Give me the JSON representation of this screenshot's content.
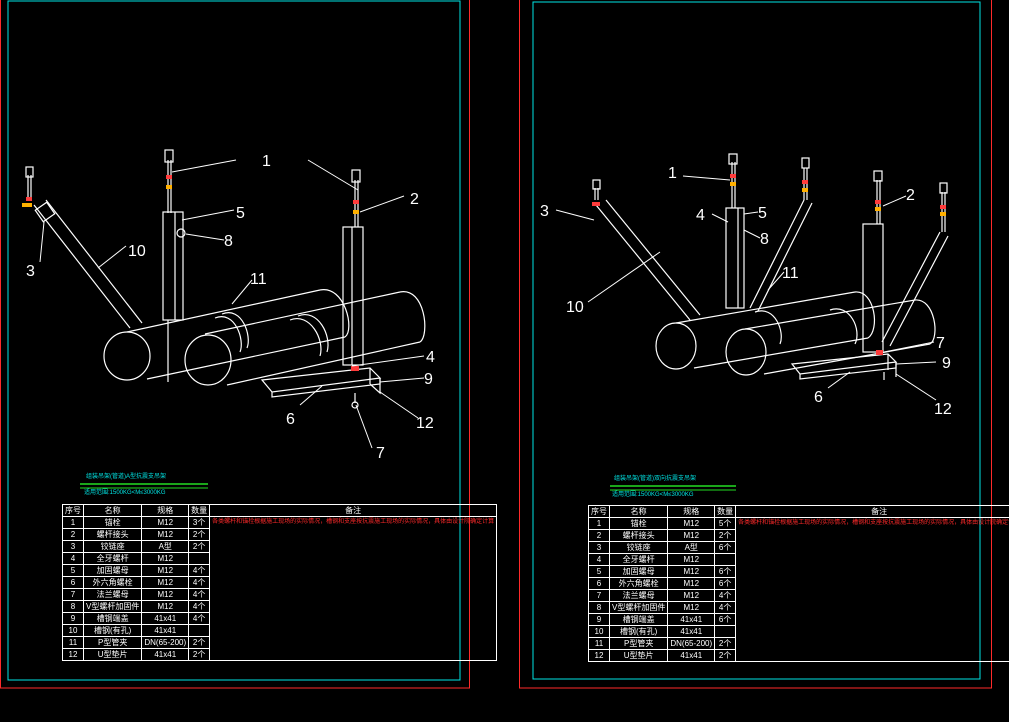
{
  "callouts": [
    "1",
    "2",
    "3",
    "4",
    "5",
    "6",
    "7",
    "8",
    "9",
    "10",
    "11",
    "12"
  ],
  "sheets": [
    {
      "title": "组装吊架(管道)A型抗震支吊架",
      "subtitle": "适用范围:1500KG<M≤3000KG",
      "headers": [
        "序号",
        "名称",
        "规格",
        "数量",
        "备注"
      ],
      "note": "各类螺杆和锚栓根据施工现场的实际情况，槽钢和支座按抗震施工现场的实际情况，具体由设计院确定计算",
      "rows": [
        [
          "1",
          "锚栓",
          "M12",
          "3个"
        ],
        [
          "2",
          "螺杆接头",
          "M12",
          "2个"
        ],
        [
          "3",
          "铰链座",
          "A型",
          "2个"
        ],
        [
          "4",
          "全牙螺杆",
          "M12",
          ""
        ],
        [
          "5",
          "加固螺母",
          "M12",
          "4个"
        ],
        [
          "6",
          "外六角螺栓",
          "M12",
          "4个"
        ],
        [
          "7",
          "法兰螺母",
          "M12",
          "4个"
        ],
        [
          "8",
          "V型螺杆加固件",
          "M12",
          "4个"
        ],
        [
          "9",
          "槽钢端盖",
          "41x41",
          "4个"
        ],
        [
          "10",
          "槽钢(有孔)",
          "41x41",
          ""
        ],
        [
          "11",
          "P型管夹",
          "DN(65-200)",
          "2个"
        ],
        [
          "12",
          "U型垫片",
          "41x41",
          "2个"
        ]
      ]
    },
    {
      "title": "组装吊架(管道)双向抗震支吊架",
      "subtitle": "适用范围:1500KG<M≤3000KG",
      "headers": [
        "序号",
        "名称",
        "规格",
        "数量",
        "备注"
      ],
      "note": "各类螺杆和锚栓根据施工现场的实际情况，槽钢和支座按抗震施工现场的实际情况，具体由设计院确定计算",
      "rows": [
        [
          "1",
          "锚栓",
          "M12",
          "5个"
        ],
        [
          "2",
          "螺杆接头",
          "M12",
          "2个"
        ],
        [
          "3",
          "铰链座",
          "A型",
          "6个"
        ],
        [
          "4",
          "全牙螺杆",
          "M12",
          ""
        ],
        [
          "5",
          "加固螺母",
          "M12",
          "6个"
        ],
        [
          "6",
          "外六角螺栓",
          "M12",
          "6个"
        ],
        [
          "7",
          "法兰螺母",
          "M12",
          "4个"
        ],
        [
          "8",
          "V型螺杆加固件",
          "M12",
          "4个"
        ],
        [
          "9",
          "槽钢端盖",
          "41x41",
          "6个"
        ],
        [
          "10",
          "槽钢(有孔)",
          "41x41",
          ""
        ],
        [
          "11",
          "P型管夹",
          "DN(65-200)",
          "2个"
        ],
        [
          "12",
          "U型垫片",
          "41x41",
          "2个"
        ]
      ]
    }
  ],
  "colors": {
    "frame_outer": "#ff2a2a",
    "frame_inner": "#00e5e5",
    "note": "#ff2a2a",
    "title": "#00e5e5",
    "title_rule": "#22dd22"
  }
}
